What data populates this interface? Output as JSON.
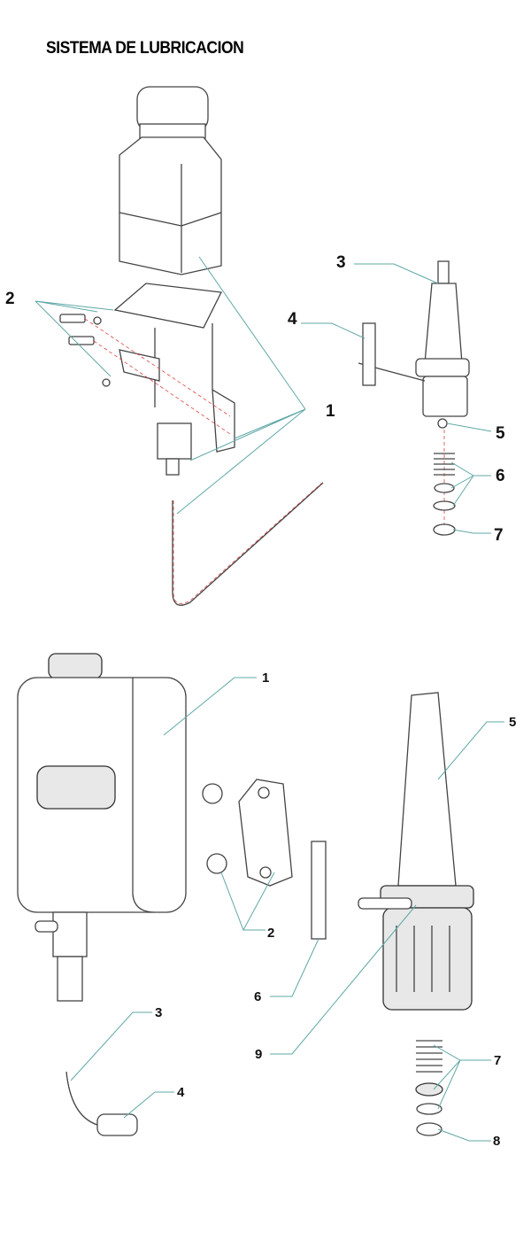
{
  "title": "SISTEMA DE LUBRICACION",
  "diagram_top": {
    "labels": [
      "1",
      "2",
      "3",
      "4",
      "5",
      "6",
      "7"
    ]
  },
  "diagram_bottom": {
    "labels": [
      "1",
      "2",
      "3",
      "4",
      "5",
      "6",
      "7",
      "8",
      "9"
    ]
  }
}
